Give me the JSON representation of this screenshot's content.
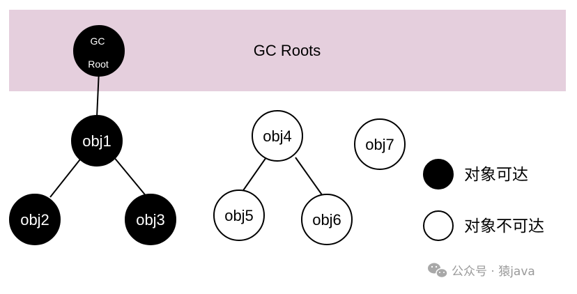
{
  "band": {
    "title": "GC Roots"
  },
  "root_node": {
    "line1": "GC",
    "line2": "Root"
  },
  "nodes": {
    "obj1": {
      "label": "obj1",
      "reachable": true
    },
    "obj2": {
      "label": "obj2",
      "reachable": true
    },
    "obj3": {
      "label": "obj3",
      "reachable": true
    },
    "obj4": {
      "label": "obj4",
      "reachable": false
    },
    "obj5": {
      "label": "obj5",
      "reachable": false
    },
    "obj6": {
      "label": "obj6",
      "reachable": false
    },
    "obj7": {
      "label": "obj7",
      "reachable": false
    }
  },
  "edges": [
    [
      "gcroot",
      "obj1"
    ],
    [
      "obj1",
      "obj2"
    ],
    [
      "obj1",
      "obj3"
    ],
    [
      "obj4",
      "obj5"
    ],
    [
      "obj4",
      "obj6"
    ]
  ],
  "legend": {
    "reachable": "对象可达",
    "unreachable": "对象不可达"
  },
  "watermark": {
    "text": "公众号 · 猿java",
    "icon": "wechat-icon"
  },
  "colors": {
    "band": "#e5cfdd",
    "reachable_fill": "#000000",
    "unreachable_fill": "#ffffff",
    "watermark": "#9a9a9a"
  }
}
